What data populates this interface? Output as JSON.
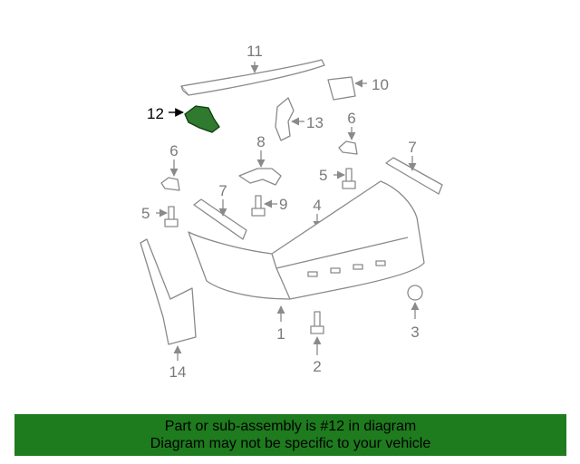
{
  "diagram": {
    "callouts": [
      "1",
      "2",
      "3",
      "4",
      "5",
      "5",
      "6",
      "6",
      "7",
      "7",
      "8",
      "9",
      "10",
      "11",
      "12",
      "13",
      "14"
    ],
    "highlight_color": "#2f7a2f"
  },
  "banner": {
    "line1": "Part or sub-assembly is #12 in diagram",
    "line2": "Diagram may not be specific to your vehicle",
    "background_color": "#1e7b1e"
  }
}
